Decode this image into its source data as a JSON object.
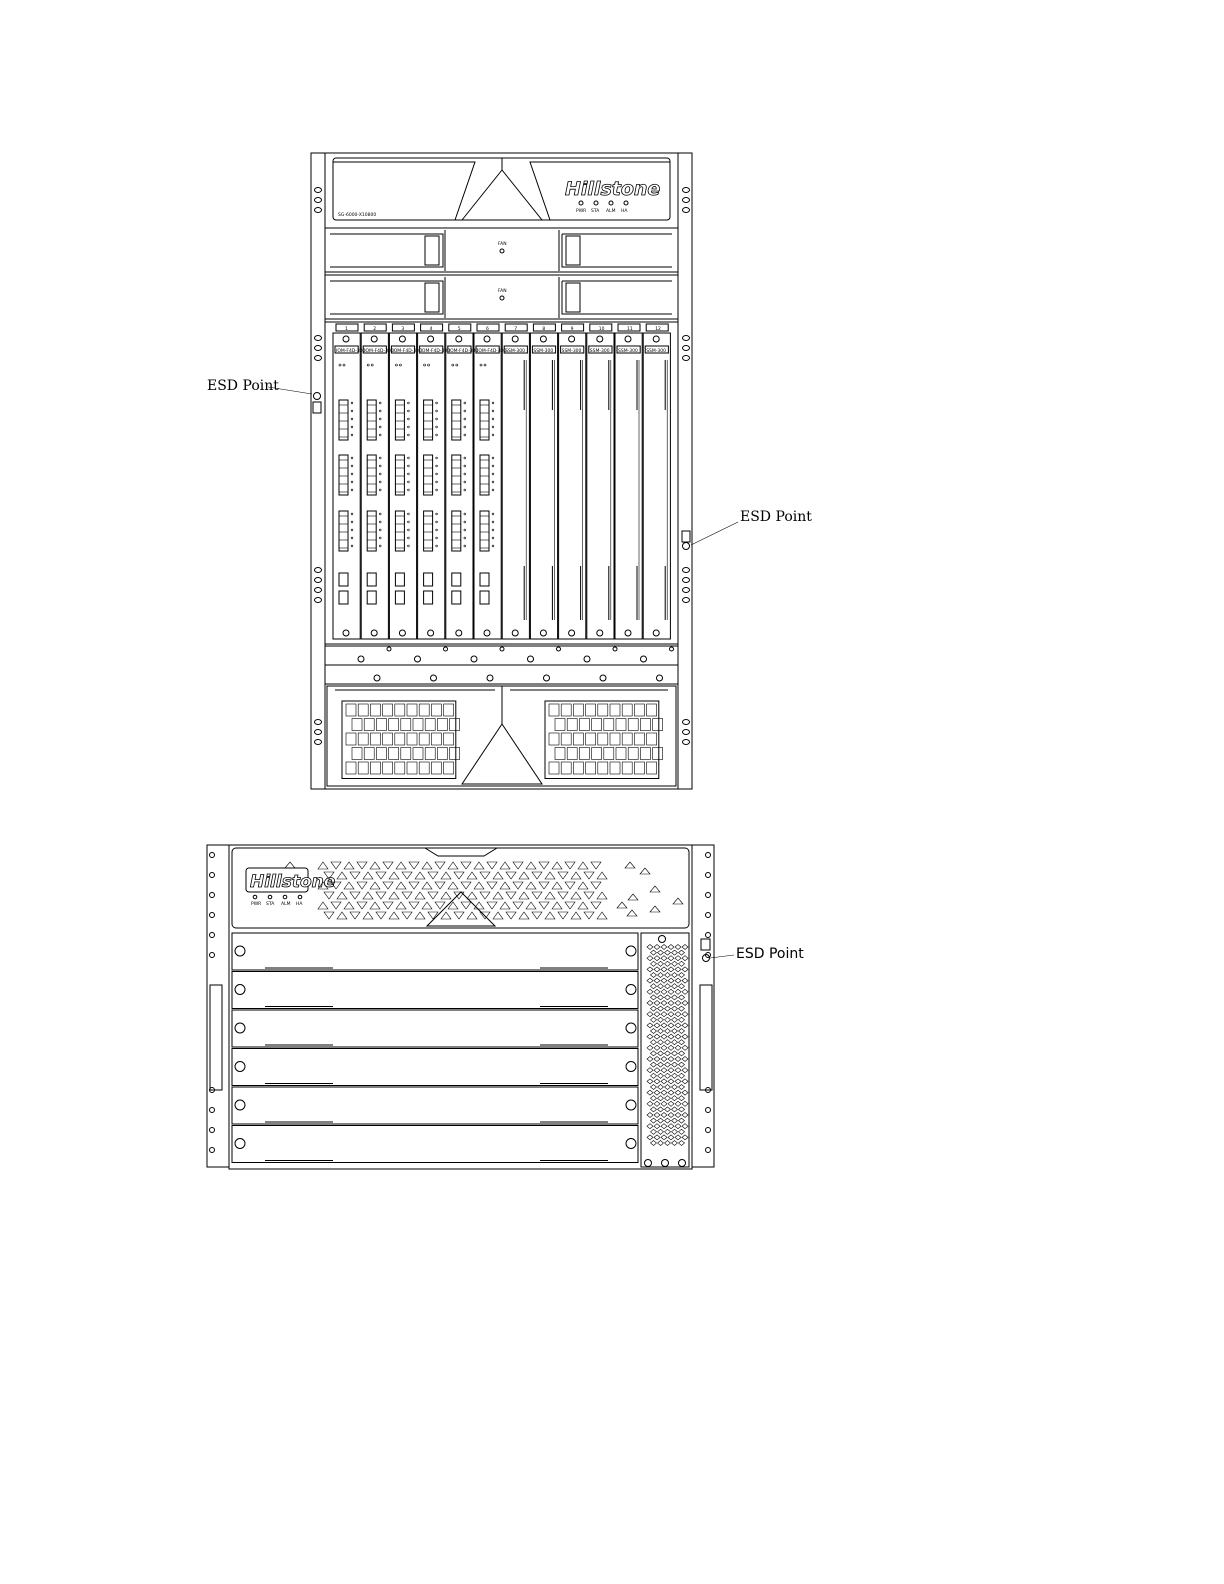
{
  "brand_logo": "Hillstone",
  "model_label": "SG-6000-X10800",
  "front_panel": {
    "leds": [
      "PWR",
      "STA",
      "ALM",
      "HA"
    ],
    "fan_label": "FAN",
    "slot_numbers": [
      "1",
      "2",
      "3",
      "4",
      "5",
      "6",
      "7",
      "8",
      "9",
      "10",
      "11",
      "12"
    ],
    "card_labels": [
      "IOM-F4D-300",
      "IOM-F4D-300",
      "IOM-F4D-300",
      "IOM-F4D-300",
      "IOM-F4D-300",
      "IOM-F4D-300",
      "SSM-300",
      "SSM-300",
      "SSM-300",
      "SSM-300",
      "SSM-300",
      "SSM-300"
    ]
  },
  "callouts": {
    "top_left": "ESD Point",
    "top_right": "ESD Point",
    "bottom_right": "ESD Point"
  },
  "colors": {
    "line": "#000000",
    "background": "#ffffff"
  }
}
